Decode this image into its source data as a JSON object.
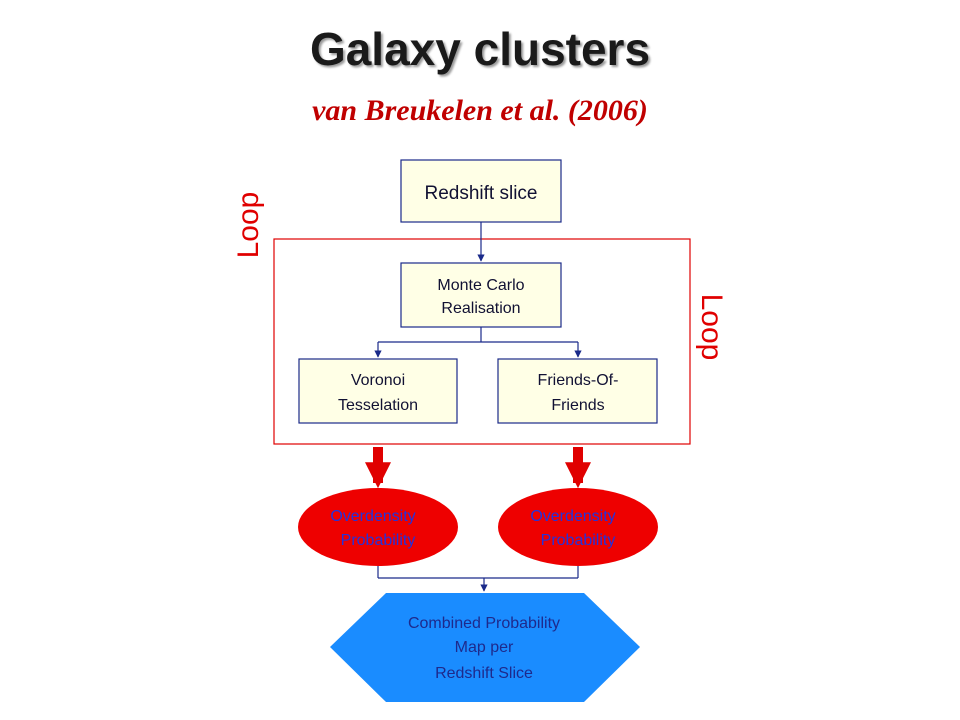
{
  "title": "Galaxy clusters",
  "subtitle": "van Breukelen et al. (2006)",
  "nodes": {
    "redshift_slice": "Redshift slice",
    "monte_carlo_line1": "Monte Carlo",
    "monte_carlo_line2": "Realisation",
    "voronoi_line1": "Voronoi",
    "voronoi_line2": "Tesselation",
    "fof_line1": "Friends-Of-",
    "fof_line2": "Friends",
    "overdensity_left_line1": "Overdensity",
    "overdensity_left_line2": "Probability",
    "overdensity_right_line1": "Overdensity",
    "overdensity_right_line2": "Probability",
    "combined_line1": "Combined Probability",
    "combined_line2": "Map per",
    "combined_line3": "Redshift Slice"
  },
  "loops": {
    "outer_label": "Loop",
    "inner_label": "Loop"
  },
  "colors": {
    "box_fill": "#ffffe6",
    "box_stroke": "#1a2a8a",
    "loop_red": "#e00000",
    "ellipse_red": "#ee0000",
    "hexagon_blue": "#1a8cff",
    "connector_blue": "#1a2a8a"
  }
}
